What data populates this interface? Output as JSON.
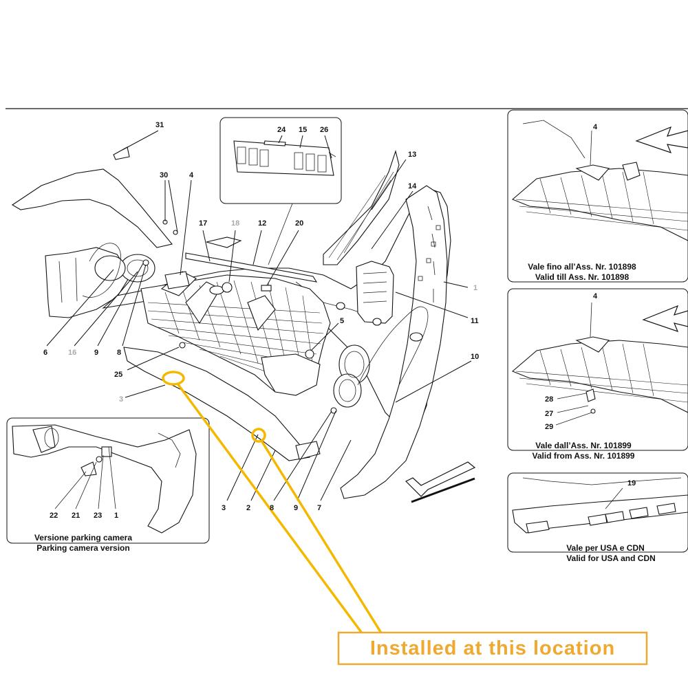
{
  "callouts": [
    "31",
    "30",
    "4",
    "24",
    "15",
    "26",
    "13",
    "14",
    "17",
    "18",
    "12",
    "20",
    "1",
    "11",
    "5",
    "10",
    "6",
    "16",
    "9",
    "8",
    "25",
    "3",
    "3",
    "2",
    "8",
    "9",
    "7",
    "22",
    "21",
    "23",
    "1"
  ],
  "inset_callouts": {
    "top": [
      "4"
    ],
    "mid": [
      "4",
      "28",
      "27",
      "29"
    ],
    "bottom": [
      "19"
    ]
  },
  "captions": {
    "parking_it": "Versione parking camera",
    "parking_en": "Parking camera version",
    "till_it": "Vale fino all’Ass. Nr. 101898",
    "till_en": "Valid till Ass. Nr. 101898",
    "from_it": "Vale dall’Ass. Nr. 101899",
    "from_en": "Valid from Ass. Nr. 101899",
    "usa_it": "Vale per USA e CDN",
    "usa_en": "Valid for USA and CDN"
  },
  "installed_label": "Installed at this location",
  "colors": {
    "highlight": "#f5b800",
    "label_text": "#f0a830",
    "label_border": "#f0a830",
    "linework": "#111111"
  }
}
